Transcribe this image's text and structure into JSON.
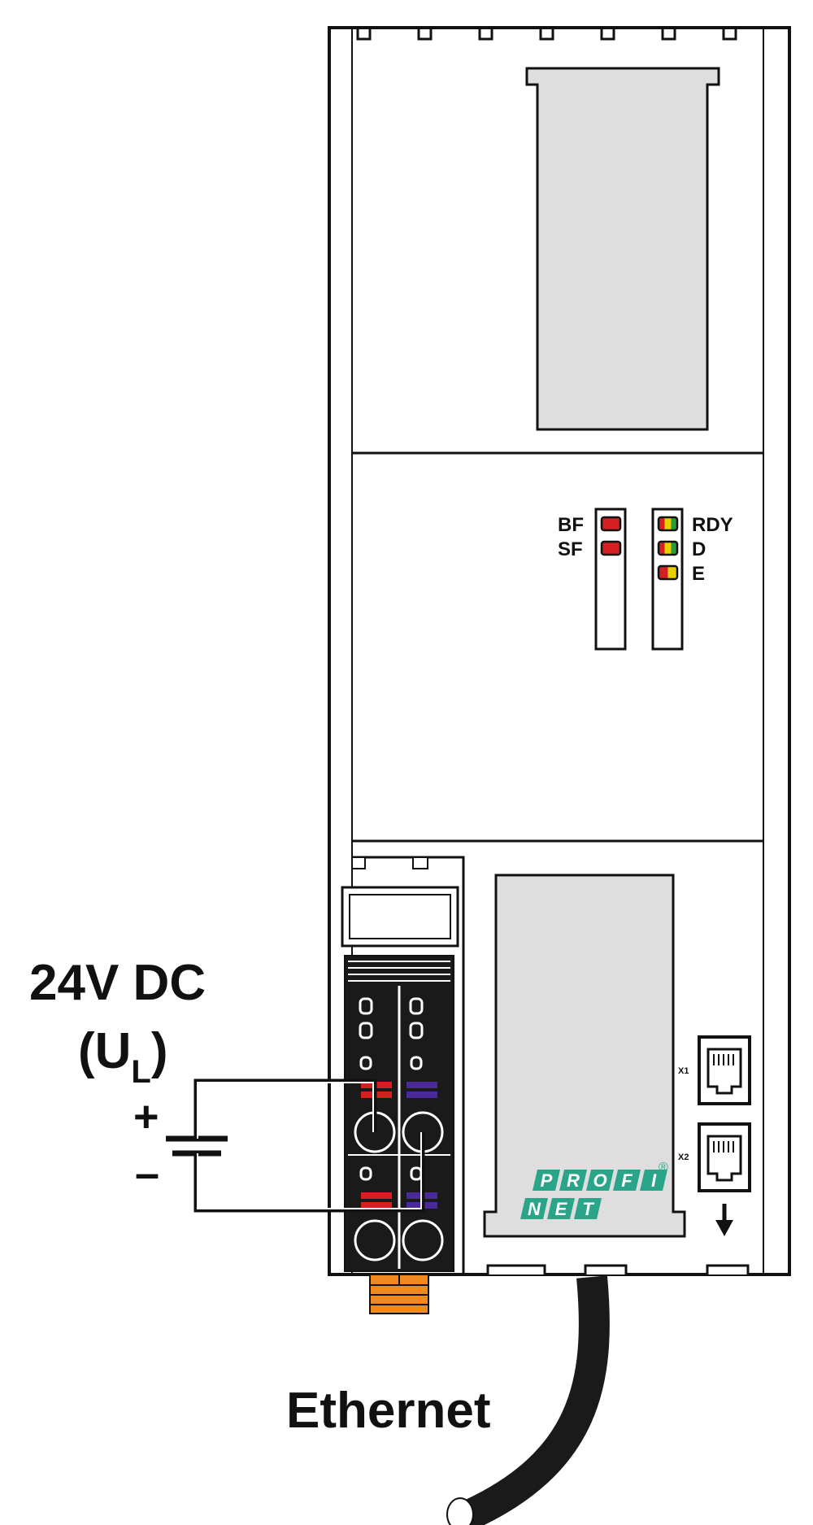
{
  "labels": {
    "power_line1": "24V DC",
    "power_line2_prefix": "(U",
    "power_line2_sub": "L",
    "power_line2_suffix": ")",
    "plus": "+",
    "minus": "–",
    "ethernet": "Ethernet"
  },
  "leds": {
    "left": [
      {
        "label": "BF",
        "color": "#d42020"
      },
      {
        "label": "SF",
        "color": "#d42020"
      }
    ],
    "right": [
      {
        "label": "RDY",
        "colors": [
          "#d42020",
          "#e8d000",
          "#2a9a3a"
        ]
      },
      {
        "label": "D",
        "colors": [
          "#d42020",
          "#e8d000",
          "#2a9a3a"
        ]
      },
      {
        "label": "E",
        "colors": [
          "#d42020",
          "#e8d000"
        ]
      }
    ]
  },
  "ports": {
    "x1": "X1",
    "x2": "X2"
  },
  "logo": {
    "row1": [
      "P",
      "R",
      "O",
      "F",
      "I"
    ],
    "row2": [
      "N",
      "E",
      "T"
    ],
    "color": "#2aa58a",
    "registered": "®"
  },
  "colors": {
    "housing_fill": "#ffffff",
    "panel_gray": "#dedede",
    "terminal_red": "#d42020",
    "terminal_purple": "#4a2a9a",
    "connector_orange": "#f08a20",
    "cable": "#1a1a1a"
  }
}
